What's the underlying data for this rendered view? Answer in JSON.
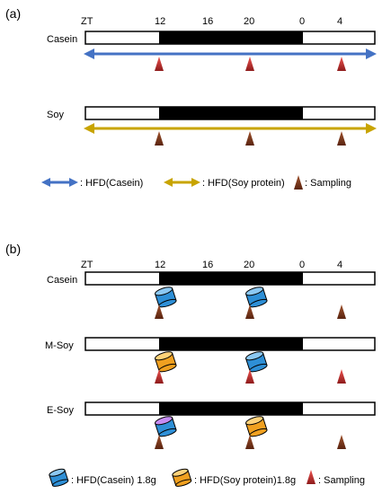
{
  "panel_a": {
    "label": "(a)",
    "time_labels": [
      "ZT",
      "12",
      "16",
      "20",
      "0",
      "4"
    ],
    "groups": [
      {
        "name": "Casein",
        "arrow_color": "#4472c4"
      },
      {
        "name": "Soy",
        "arrow_color": "#c8a400"
      }
    ],
    "legend": {
      "casein": ": HFD(Casein)",
      "soy": ": HFD(Soy protein)",
      "sampling": ": Sampling"
    }
  },
  "panel_b": {
    "label": "(b)",
    "time_labels": [
      "ZT",
      "12",
      "16",
      "20",
      "0",
      "4"
    ],
    "groups": [
      {
        "name": "Casein",
        "feed_12": "casein",
        "feed_20": "casein"
      },
      {
        "name": "M-Soy",
        "feed_12": "soy",
        "feed_20": "casein"
      },
      {
        "name": "E-Soy",
        "feed_12": "casein",
        "feed_20": "soy"
      }
    ],
    "legend": {
      "casein": ": HFD(Casein) 1.8g",
      "soy": ": HFD(Soy protein)1.8g",
      "sampling": ": Sampling"
    }
  },
  "colors": {
    "casein_feed": "#2e8fd6",
    "soy_feed": "#f0a020",
    "sampling_a": "#c62828",
    "sampling_b": "#8b3a1a",
    "dark_phase": "#000000"
  },
  "icons": {
    "sampling": "sampling-triangle-icon",
    "feed": "feed-cup-icon"
  }
}
